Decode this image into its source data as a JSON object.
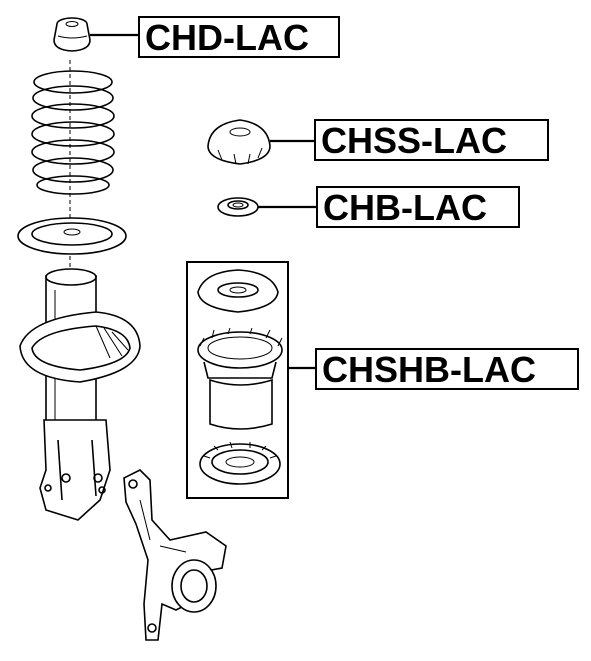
{
  "labels": {
    "chd": "CHD-LAC",
    "chss": "CHSS-LAC",
    "chb": "CHB-LAC",
    "chshb": "CHSHB-LAC"
  },
  "colors": {
    "line": "#000000",
    "background": "#ffffff"
  }
}
